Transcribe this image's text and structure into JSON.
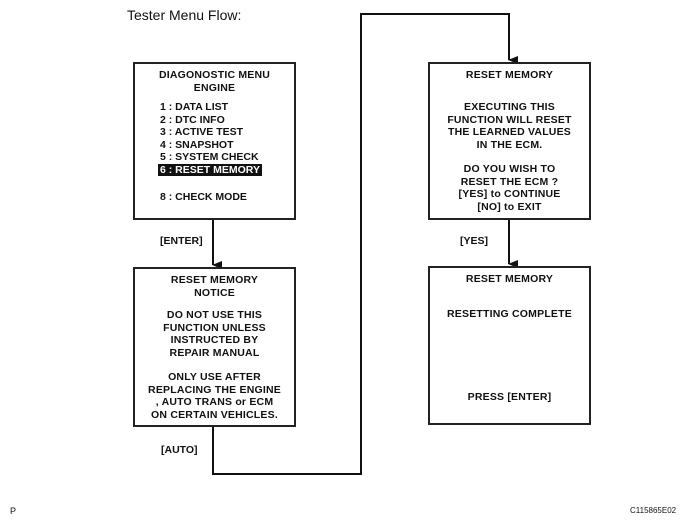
{
  "title": "Tester Menu Flow:",
  "box_diag": {
    "header_1": "DIAGONOSTIC MENU",
    "header_2": "ENGINE",
    "items": [
      "1 : DATA LIST",
      "2 : DTC INFO",
      "3 : ACTIVE TEST",
      "4 : SNAPSHOT",
      "5 : SYSTEM CHECK",
      "6 : RESET MEMORY"
    ],
    "item_8": "8 : CHECK MODE"
  },
  "box_notice": {
    "header_1": "RESET MEMORY",
    "header_2": "NOTICE",
    "warn": [
      "DO NOT USE THIS",
      "FUNCTION UNLESS",
      "INSTRUCTED BY",
      "REPAIR MANUAL"
    ],
    "only": [
      "ONLY USE AFTER",
      "REPLACING THE ENGINE",
      ", AUTO TRANS  or ECM",
      "ON CERTAIN VEHICLES."
    ]
  },
  "box_reset": {
    "header": "RESET MEMORY",
    "exec": [
      "EXECUTING THIS",
      "FUNCTION WILL RESET",
      "THE LEARNED VALUES",
      "IN THE ECM."
    ],
    "ask": [
      "DO YOU WISH TO",
      "RESET THE ECM ?",
      "[YES] to CONTINUE",
      "[NO] to EXIT"
    ]
  },
  "box_complete": {
    "header": "RESET MEMORY",
    "body": "RESETTING COMPLETE",
    "press": "PRESS [ENTER]"
  },
  "labels": {
    "enter": "[ENTER]",
    "auto": "[AUTO]",
    "yes": "[YES]"
  },
  "corner_left": "P",
  "corner_right": "C115865E02"
}
